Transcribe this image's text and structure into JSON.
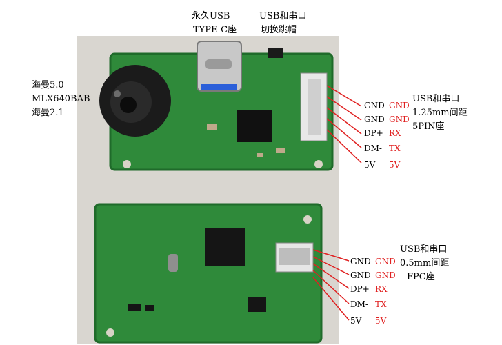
{
  "top_labels": {
    "usb_typec_line1": "永久USB",
    "usb_typec_line2": "TYPE-C座",
    "jumper_line1": "USB和串口",
    "jumper_line2": "切换跳帽"
  },
  "left_labels": {
    "line1": "海曼5.0",
    "line2": "MLX640BAB",
    "line3": "海曼2.1"
  },
  "connector_top": {
    "title_line1": "USB和串口",
    "title_line2": "1.25mm间距",
    "title_line3": "5PIN座",
    "usb_pins": [
      "GND",
      "GND",
      "DP+",
      "DM-",
      "5V"
    ],
    "uart_pins": [
      "GND",
      "GND",
      "RX",
      "TX",
      "5V"
    ]
  },
  "connector_bottom": {
    "title_line1": "USB和串口",
    "title_line2": "0.5mm间距",
    "title_line3": "FPC座",
    "usb_pins": [
      "GND",
      "GND",
      "DP+",
      "DM-",
      "5V"
    ],
    "uart_pins": [
      "GND",
      "GND",
      "RX",
      "TX",
      "5V"
    ]
  },
  "colors": {
    "pcb_green": "#2f8a3a",
    "pcb_dark": "#1f6b2a",
    "wire_red": "#e02020",
    "label_red": "#e02020",
    "background_photo": "#d9d6d0"
  }
}
